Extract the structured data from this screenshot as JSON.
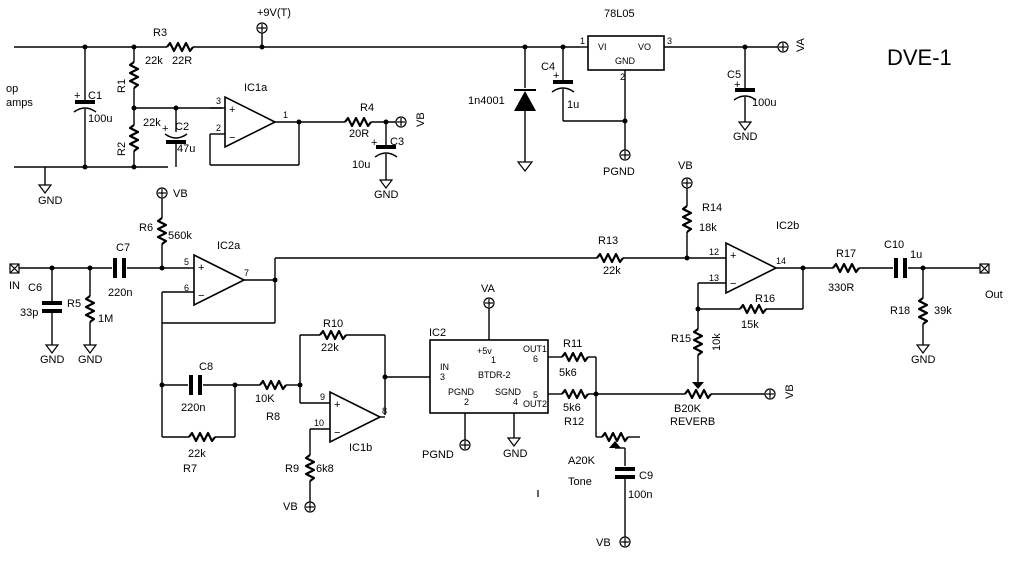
{
  "title": "DVE-1",
  "rail_labels": {
    "v9": "+9V(T)",
    "va_top": "VA",
    "vb_ic1a": "VB",
    "vb_r6": "VB",
    "vb_r14": "VB",
    "va_ic2": "VA",
    "vb_reverb": "VB",
    "vb_r9": "VB",
    "vb_c9": "VB",
    "in": "IN",
    "out": "Out",
    "op_amps": "op\namps"
  },
  "gnd_label": "GND",
  "pgnd_label": "PGND",
  "components": {
    "r1": "R1",
    "r2": "R2",
    "r2_val": "22k",
    "r3": "R3",
    "r3_val": "22R",
    "r1_val": "22k",
    "r4": "R4",
    "r4_val": "20R",
    "r5": "R5",
    "r5_val": "1M",
    "r6": "R6",
    "r6_val": "560k",
    "r7": "R7",
    "r7_val": "22k",
    "r8": "R8",
    "r8_val": "10K",
    "r9": "R9",
    "r9_val": "6k8",
    "r10": "R10",
    "r10_val": "22k",
    "r11": "R11",
    "r11_val": "5k6",
    "r12": "R12",
    "r12_val": "5k6",
    "r13": "R13",
    "r13_val": "22k",
    "r14": "R14",
    "r14_val": "18k",
    "r15": "R15",
    "r15_val": "10k",
    "r16": "R16",
    "r16_val": "15k",
    "r17": "R17",
    "r17_val": "330R",
    "r18": "R18",
    "r18_val": "39k",
    "c1": "C1",
    "c1_val": "100u",
    "c2": "C2",
    "c2_val": "47u",
    "c3": "C3",
    "c3_val": "10u",
    "c4": "C4",
    "c4_val": "1u",
    "c5": "C5",
    "c5_val": "100u",
    "c6": "C6",
    "c6_val": "33p",
    "c7": "C7",
    "c7_val": "220n",
    "c8": "C8",
    "c8_val": "220n",
    "c9": "C9",
    "c9_val": "100n",
    "c10": "C10",
    "c10_val": "1u",
    "d1": "1n4001",
    "reg": "78L05",
    "reg_vi": "VI",
    "reg_vo": "VO",
    "reg_gnd": "GND",
    "reg_p1": "1",
    "reg_p2": "2",
    "reg_p3": "3",
    "ic1a": "IC1a",
    "ic1b": "IC1b",
    "ic2a": "IC2a",
    "ic2b": "IC2b",
    "ic2": "IC2",
    "ic2_part": "BTDR-2",
    "ic2_5v": "+5v",
    "ic2_in": "IN",
    "ic2_pgnd": "PGND",
    "ic2_sgnd": "SGND",
    "ic2_out1": "OUT1",
    "ic2_out2": "OUT2",
    "pot_tone": "A20K",
    "pot_tone_name": "Tone",
    "pot_reverb": "B20K",
    "pot_reverb_name": "REVERB"
  },
  "pins": {
    "ic1a_3": "3",
    "ic1a_2": "2",
    "ic1a_1": "1",
    "ic2a_5": "5",
    "ic2a_6": "6",
    "ic2a_7": "7",
    "ic1b_9": "9",
    "ic1b_10": "10",
    "ic1b_8": "8",
    "ic2b_12": "12",
    "ic2b_13": "13",
    "ic2b_14": "14",
    "ic2_3": "3",
    "ic2_1": "1",
    "ic2_2": "2",
    "ic2_4": "4",
    "ic2_6": "6",
    "ic2_5": "5"
  }
}
